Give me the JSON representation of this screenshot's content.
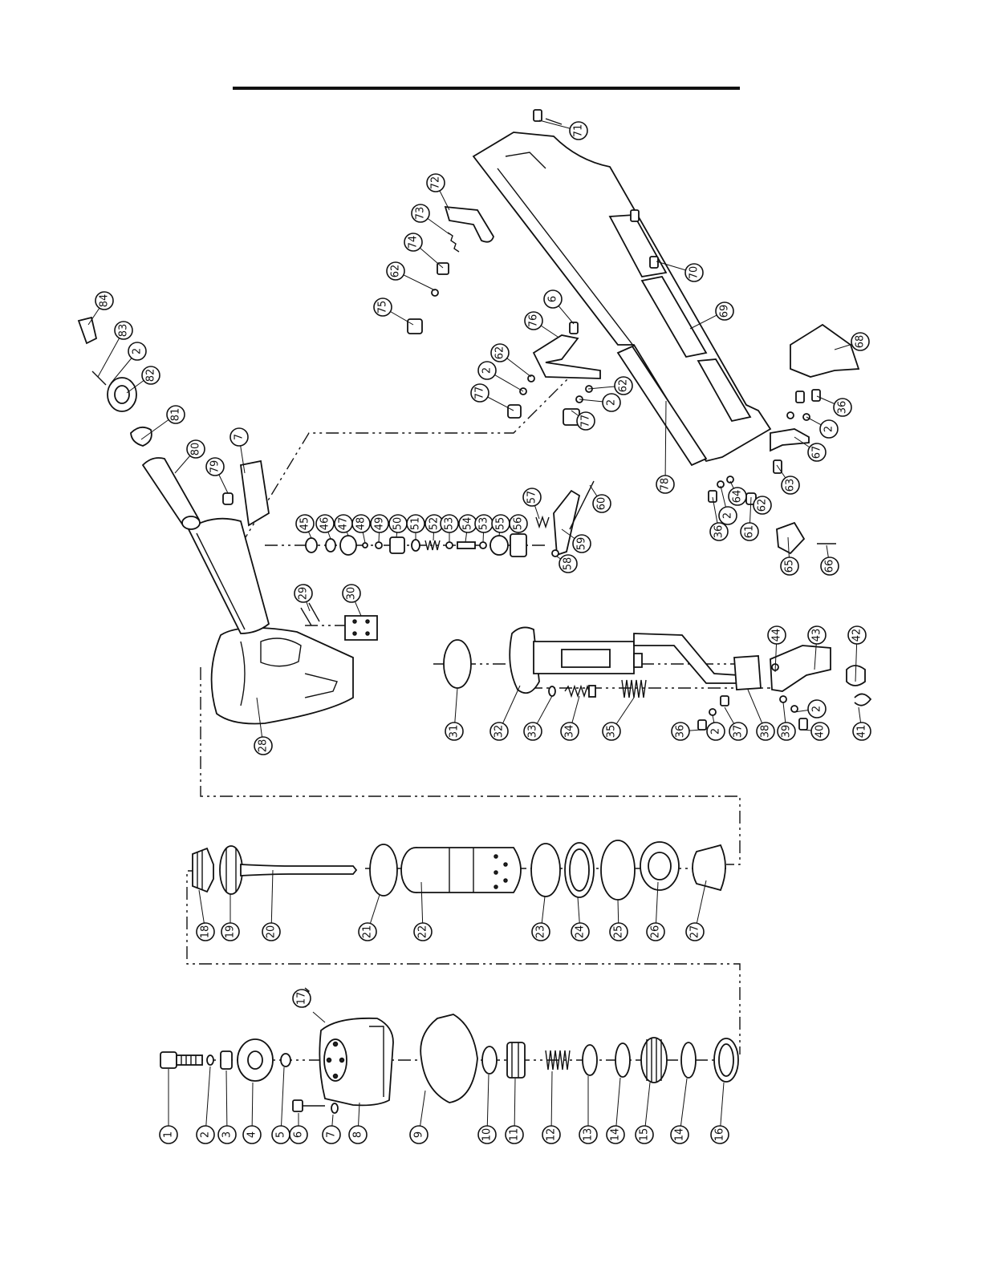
{
  "diagram": {
    "type": "exploded parts diagram",
    "line_color": "#111111",
    "background": "#ffffff",
    "rows": {
      "row1": [
        "1",
        "2",
        "3",
        "4",
        "5",
        "6",
        "7",
        "8",
        "9",
        "10",
        "11",
        "12",
        "13",
        "14",
        "15",
        "14",
        "16"
      ],
      "row2": [
        "18",
        "19",
        "20",
        "21",
        "22",
        "23",
        "24",
        "25",
        "26",
        "27"
      ],
      "row3": [
        "31",
        "32",
        "33",
        "34",
        "35",
        "36",
        "2",
        "37",
        "38",
        "39",
        "2",
        "40",
        "41",
        "42",
        "43",
        "44"
      ],
      "trigger": [
        "45",
        "46",
        "47",
        "48",
        "49",
        "50",
        "51",
        "52",
        "53",
        "54",
        "53",
        "55",
        "56",
        "57",
        "58",
        "59",
        "60"
      ],
      "handle": [
        "28",
        "29",
        "30",
        "80",
        "79",
        "7",
        "81",
        "82",
        "2",
        "83",
        "84"
      ],
      "magazine": [
        "71",
        "72",
        "73",
        "74",
        "62",
        "75",
        "6",
        "76",
        "62",
        "2",
        "77",
        "70",
        "69",
        "62",
        "2",
        "77",
        "78",
        "68",
        "36",
        "2",
        "67",
        "63",
        "36",
        "2",
        "64",
        "61",
        "62",
        "65",
        "66"
      ],
      "extra": [
        "17"
      ]
    }
  }
}
